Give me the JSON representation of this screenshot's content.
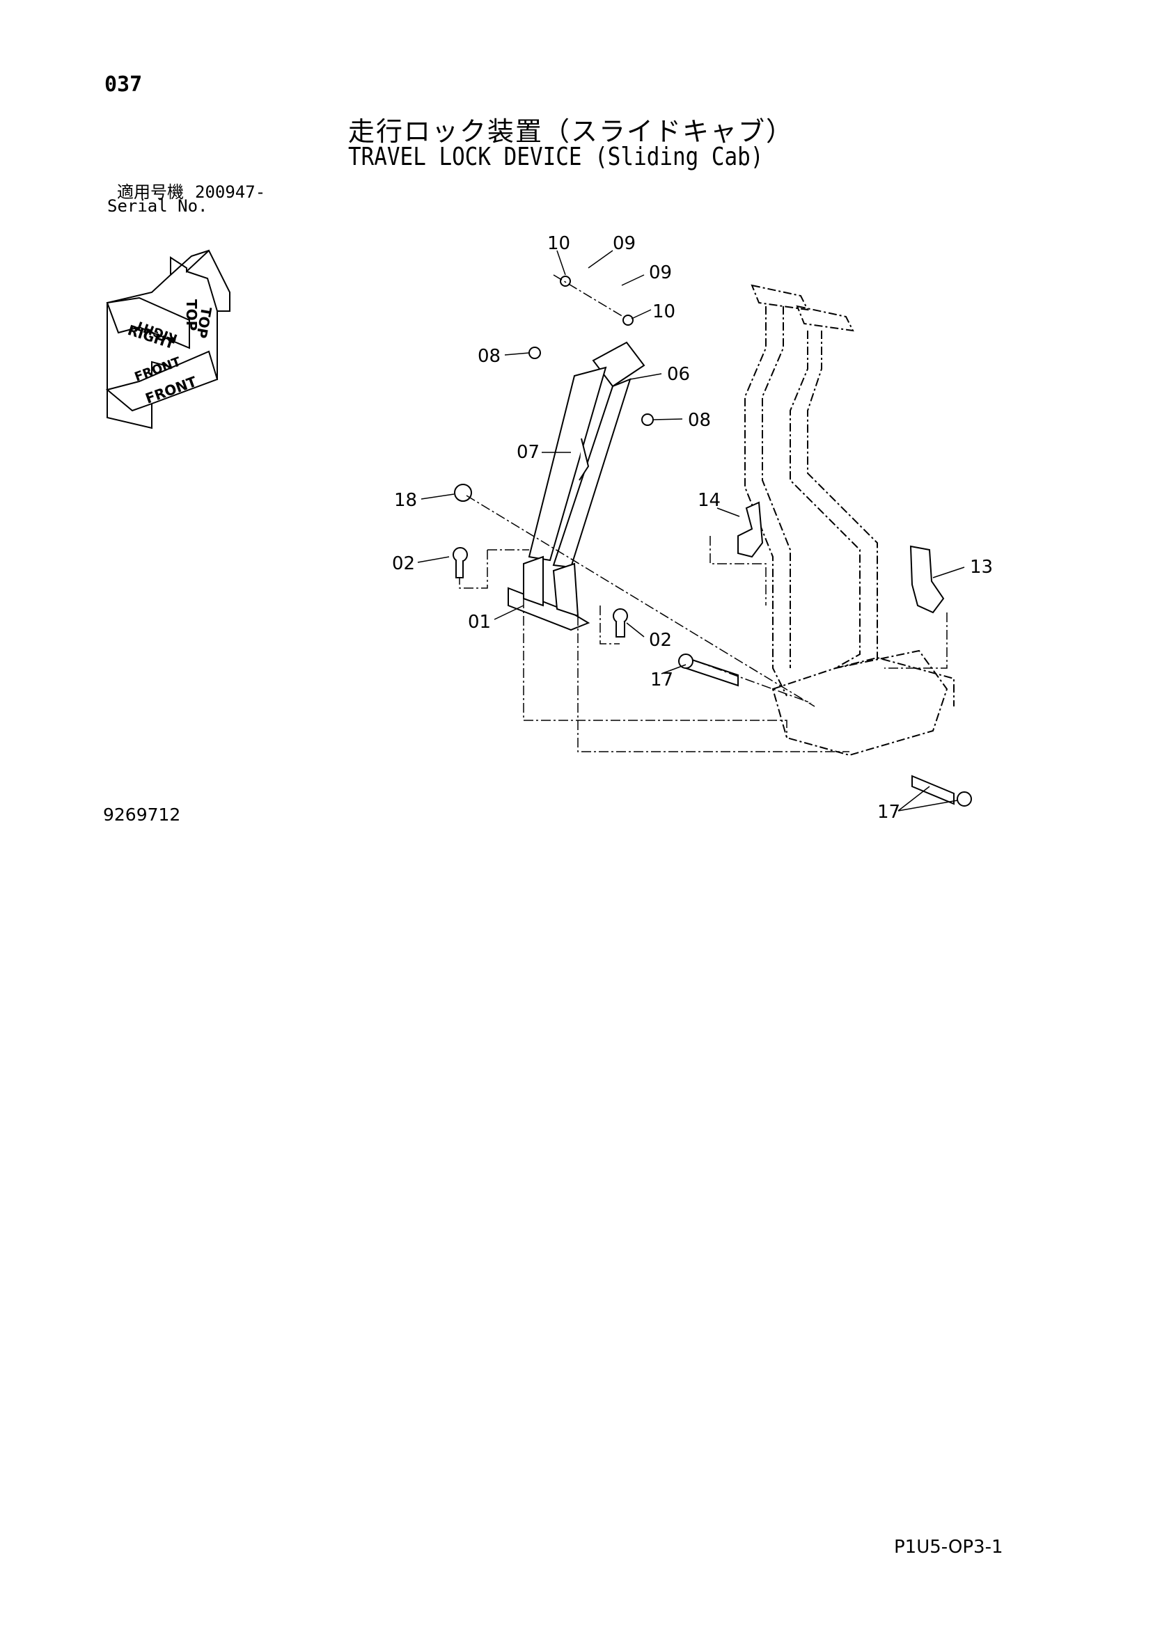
{
  "header": {
    "page_number": "037",
    "title_jp": "走行ロック装置（スライドキャブ）",
    "title_en": "TRAVEL LOCK DEVICE (Sliding Cab)",
    "serial_label_jp": "適用号機",
    "serial_value": "200947-",
    "serial_label_en": "Serial No."
  },
  "orientation_icon": {
    "labels": [
      "TOP",
      "TOP",
      "RIGHT",
      "RIGHT",
      "FRONT",
      "FRONT"
    ]
  },
  "callouts": [
    "10",
    "09",
    "09",
    "10",
    "08",
    "06",
    "08",
    "07",
    "18",
    "14",
    "13",
    "02",
    "01",
    "02",
    "17",
    "17"
  ],
  "footer": {
    "reference_number": "9269712",
    "page_code": "P1U5-OP3-1"
  }
}
